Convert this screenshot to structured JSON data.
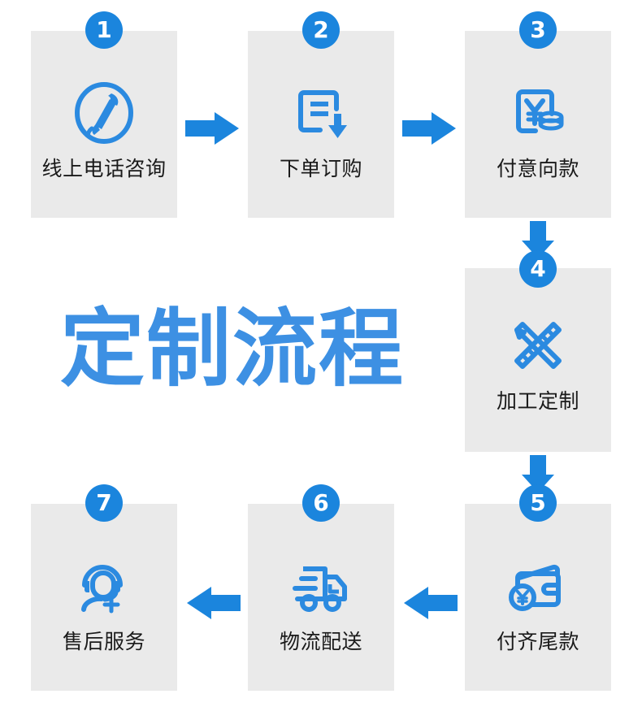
{
  "page": {
    "background_color": "#ffffff",
    "accent_color": "#1b85dd",
    "card_color": "#eaeaea",
    "title_color": "#3d90e3",
    "label_color": "#1a1a1a"
  },
  "title": {
    "text": "定制流程"
  },
  "steps": [
    {
      "number": "1",
      "label": "线上电话咨询",
      "icon": "phone-circle-icon"
    },
    {
      "number": "2",
      "label": "下单订购",
      "icon": "document-download-icon"
    },
    {
      "number": "3",
      "label": "付意向款",
      "icon": "yen-coins-icon"
    },
    {
      "number": "4",
      "label": "加工定制",
      "icon": "pencil-ruler-icon"
    },
    {
      "number": "5",
      "label": "付齐尾款",
      "icon": "wallet-yen-icon"
    },
    {
      "number": "6",
      "label": "物流配送",
      "icon": "delivery-truck-icon"
    },
    {
      "number": "7",
      "label": "售后服务",
      "icon": "headset-support-icon"
    }
  ],
  "connectors": [
    {
      "name": "arrow-step1-to-step2",
      "direction": "right"
    },
    {
      "name": "arrow-step2-to-step3",
      "direction": "right"
    },
    {
      "name": "arrow-step3-to-step4",
      "direction": "down"
    },
    {
      "name": "arrow-step4-to-step5",
      "direction": "down"
    },
    {
      "name": "arrow-step5-to-step6",
      "direction": "left"
    },
    {
      "name": "arrow-step6-to-step7",
      "direction": "left"
    }
  ]
}
